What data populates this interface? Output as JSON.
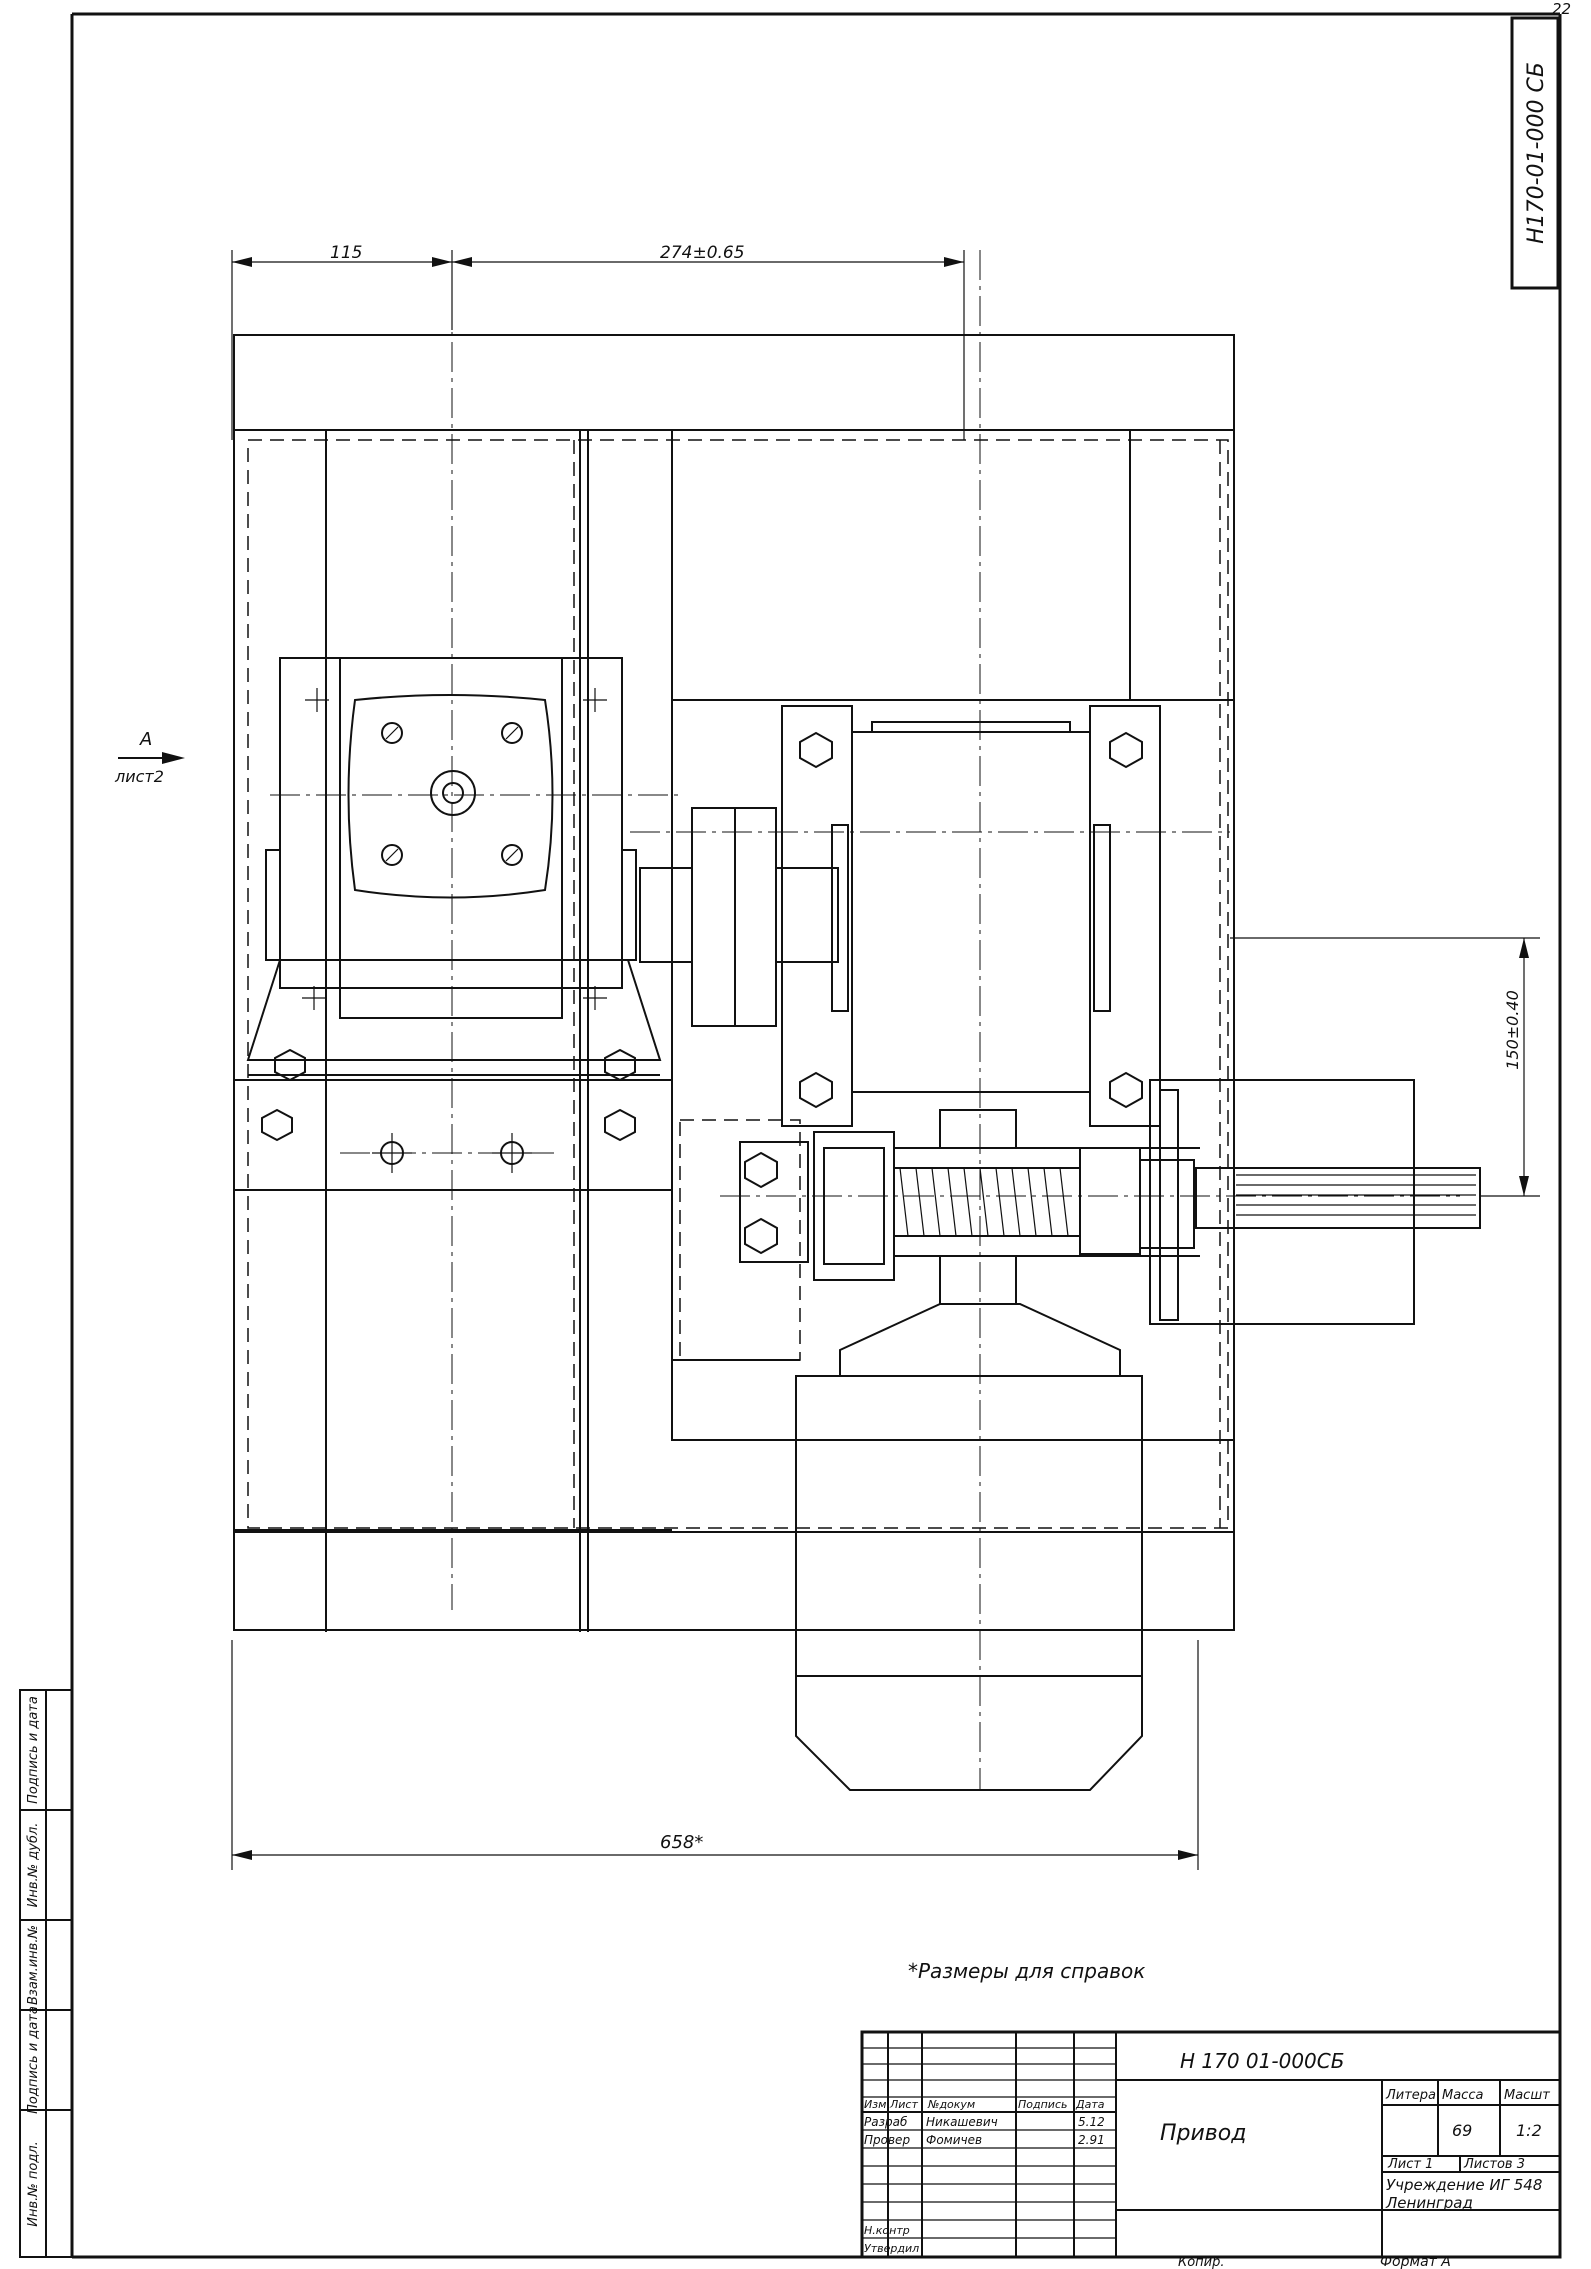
{
  "sheet_number": "22",
  "corner_code": "Н170-01-000 СБ",
  "view_marker": {
    "letter": "А",
    "sheet_ref": "лист2"
  },
  "dimensions": {
    "d115": "115",
    "d274": "274±0.65",
    "d150": "150±0.40",
    "d658": "658*"
  },
  "note": "*Размеры для справок",
  "left_strip": {
    "labels": [
      "Инв.№ подл.",
      "Подпись и дата",
      "Взам.инв.№",
      "Инв.№ дубл.",
      "Подпись и дата"
    ]
  },
  "title_block": {
    "designation": "Н 170 01-000СБ",
    "name": "Привод",
    "header_row": [
      "Изм",
      "Лист",
      "№докум",
      "Подпись",
      "Дата"
    ],
    "rows": [
      [
        "Разраб",
        "Никашевич",
        "",
        "5.12"
      ],
      [
        "Провер",
        "Фомичев",
        "",
        "2.91"
      ],
      [
        "Н.контр",
        "",
        "",
        ""
      ],
      [
        "Утвердил",
        "",
        "",
        ""
      ]
    ],
    "lit_label": "Литера",
    "mass_label": "Масса",
    "scale_label": "Масшт",
    "mass_value": "69",
    "scale_value": "1:2",
    "sheet_label": "Лист 1",
    "sheets_label": "Листов 3",
    "organization_line1": "Учреждение ИГ 548",
    "organization_line2": "Ленинград",
    "copied_by": "Копир.",
    "format": "Формат А"
  }
}
